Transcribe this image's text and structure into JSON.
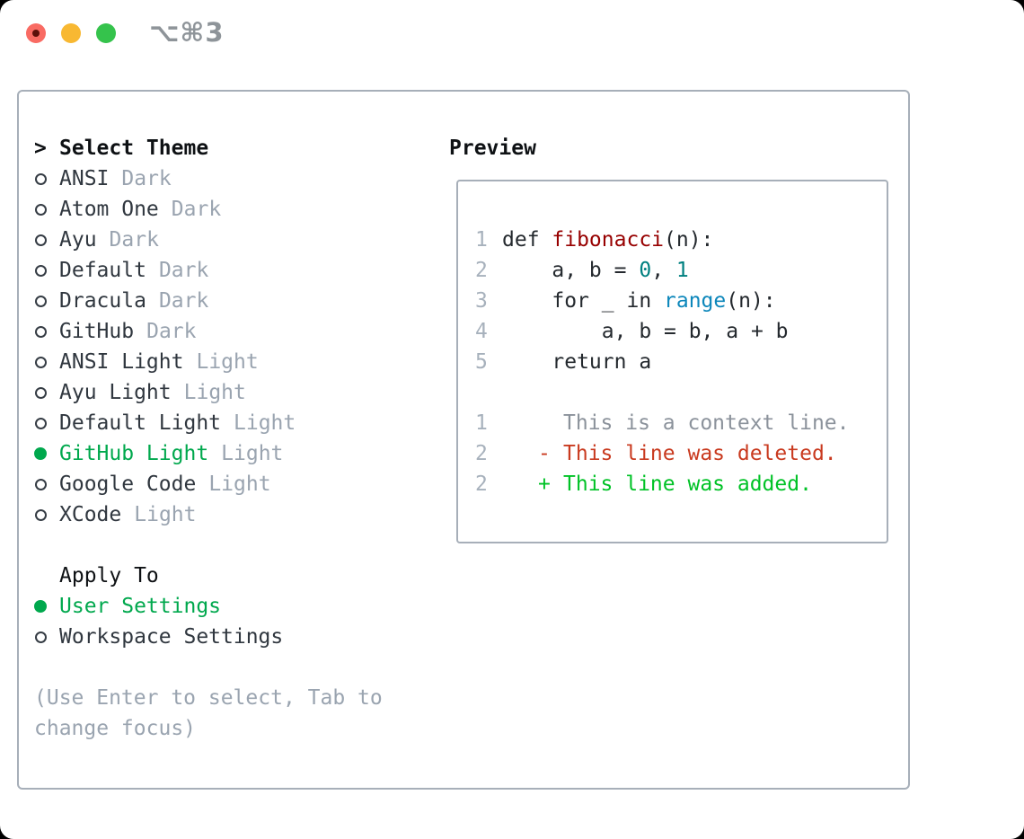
{
  "window": {
    "shortcut": "⌥⌘3",
    "traffic_lights": [
      {
        "name": "close",
        "color": "#f96b63"
      },
      {
        "name": "minimize",
        "color": "#f8b832"
      },
      {
        "name": "zoom",
        "color": "#35c34c"
      }
    ]
  },
  "theme_panel": {
    "prompt": ">",
    "title": "Select Theme",
    "themes": [
      {
        "name": "ANSI",
        "tag": "Dark",
        "selected": false
      },
      {
        "name": "Atom One",
        "tag": "Dark",
        "selected": false
      },
      {
        "name": "Ayu",
        "tag": "Dark",
        "selected": false
      },
      {
        "name": "Default",
        "tag": "Dark",
        "selected": false
      },
      {
        "name": "Dracula",
        "tag": "Dark",
        "selected": false
      },
      {
        "name": "GitHub",
        "tag": "Dark",
        "selected": false
      },
      {
        "name": "ANSI Light",
        "tag": "Light",
        "selected": false
      },
      {
        "name": "Ayu Light",
        "tag": "Light",
        "selected": false
      },
      {
        "name": "Default Light",
        "tag": "Light",
        "selected": false
      },
      {
        "name": "GitHub Light",
        "tag": "Light",
        "selected": true
      },
      {
        "name": "Google Code",
        "tag": "Light",
        "selected": false
      },
      {
        "name": "XCode",
        "tag": "Light",
        "selected": false
      }
    ],
    "apply_to": {
      "title": "Apply To",
      "options": [
        {
          "label": "User Settings",
          "selected": true
        },
        {
          "label": "Workspace Settings",
          "selected": false
        }
      ]
    },
    "hint_lines": [
      "(Use Enter to select, Tab to",
      "change focus)"
    ]
  },
  "preview": {
    "title": "Preview",
    "code_lines": [
      {
        "num": "1",
        "tokens": [
          {
            "t": "kw",
            "text": "def "
          },
          {
            "t": "title",
            "text": "fibonacci"
          },
          {
            "t": "plain",
            "text": "(n):"
          }
        ]
      },
      {
        "num": "2",
        "tokens": [
          {
            "t": "plain",
            "text": "    a, b = "
          },
          {
            "t": "num",
            "text": "0"
          },
          {
            "t": "plain",
            "text": ", "
          },
          {
            "t": "num",
            "text": "1"
          }
        ]
      },
      {
        "num": "3",
        "tokens": [
          {
            "t": "plain",
            "text": "    for _ in "
          },
          {
            "t": "builtin",
            "text": "range"
          },
          {
            "t": "plain",
            "text": "(n):"
          }
        ]
      },
      {
        "num": "4",
        "tokens": [
          {
            "t": "plain",
            "text": "        a, b = b, a + b"
          }
        ]
      },
      {
        "num": "5",
        "tokens": [
          {
            "t": "plain",
            "text": "    return a"
          }
        ]
      }
    ],
    "diff_lines": [
      {
        "num": "1",
        "sign": " ",
        "text": "This is a context line.",
        "kind": "context"
      },
      {
        "num": "2",
        "sign": "-",
        "text": "This line was deleted.",
        "kind": "deleted"
      },
      {
        "num": "2",
        "sign": "+",
        "text": "This line was added.",
        "kind": "added"
      }
    ]
  },
  "colors": {
    "selected_green": "#00a84d",
    "diff_added": "#00c226",
    "diff_deleted": "#c93a1f",
    "diff_context": "#8b929b",
    "tag_gray": "#9aa4b0",
    "line_number_gray": "#a7b1bc",
    "code_title_red": "#970000",
    "code_number_teal": "#008080",
    "code_builtin_blue": "#0d87bb",
    "panel_border": "#a7afb9",
    "traffic_red": "#f96b63",
    "traffic_yellow": "#f8b832",
    "traffic_green": "#35c34c"
  }
}
